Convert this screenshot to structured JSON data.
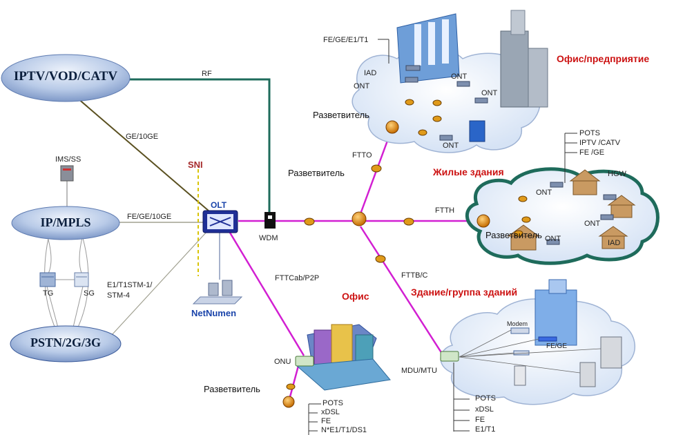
{
  "core": {
    "iptv": "IPTV/VOD/CATV",
    "ipmpls": "IP/MPLS",
    "pstn": "PSTN/2G/3G",
    "ims": "IMS/SS",
    "tg": "TG",
    "sg": "SG"
  },
  "links": {
    "rf": "RF",
    "ge10ge": "GE/10GE",
    "fe_ge_10ge": "FE/GE/10GE",
    "e1_stm": "E1/T1STM-1/",
    "stm4": "STM-4",
    "fttcab": "FTTCab/P2P",
    "ftto": "FTTO",
    "ftth": "FTTH",
    "fttb": "FTTB/C"
  },
  "nodes": {
    "olt": "OLT",
    "sni": "SNI",
    "wdm": "WDM",
    "netnumen": "NetNumen",
    "onu": "ONU",
    "mdu_mtu": "MDU/MTU",
    "hgw": "HGW",
    "iad": "IAD",
    "ont": "ONT",
    "modem": "Modem",
    "fe_ge": "FE/GE"
  },
  "labels": {
    "splitter": "Разветвитель",
    "office_enterprise": "Офис/предприятие",
    "residential": "Жилые здания",
    "office": "Офис",
    "building_group": "Здание/группа зданий"
  },
  "services": {
    "enterprise": [
      "FE/GE/E1/T1"
    ],
    "residential": [
      "POTS",
      "IPTV /CATV",
      "FE /GE"
    ],
    "office": [
      "POTS",
      "xDSL",
      "FE",
      "N*E1/T1/DS1"
    ],
    "building": [
      "POTS",
      "xDSL",
      "FE",
      "E1/T1"
    ]
  },
  "colors": {
    "fiber": "#d21fd2",
    "rf_line": "#1e6b5b",
    "ge_line": "#5a5020",
    "core_line": "#a0a090",
    "label_red": "#cc1111",
    "ellipse_fill": "#b7c8e8"
  }
}
